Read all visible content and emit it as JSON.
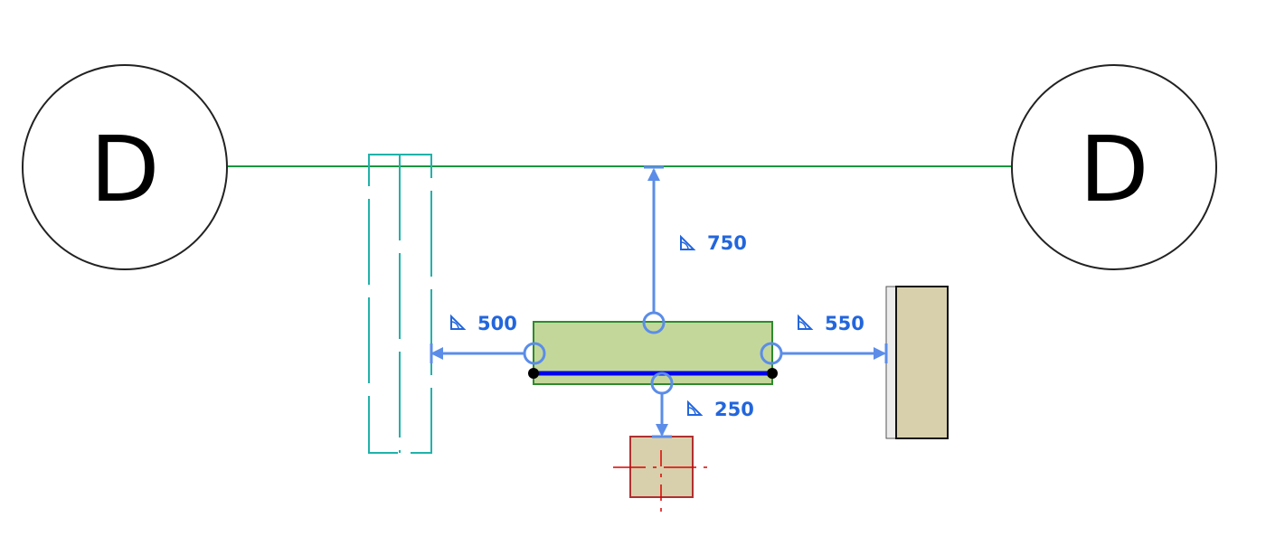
{
  "grid": {
    "left_label": "D",
    "right_label": "D"
  },
  "dimensions": {
    "top": {
      "value": "750",
      "icon": "angle-icon"
    },
    "left": {
      "value": "500",
      "icon": "angle-icon"
    },
    "right": {
      "value": "550",
      "icon": "angle-icon"
    },
    "bottom": {
      "value": "250",
      "icon": "angle-icon"
    }
  },
  "colors": {
    "grid_line": "#1a9641",
    "dimension": "#5b8de8",
    "dimension_text": "#2266dd",
    "element_fill": "#c4d79b",
    "element_stroke": "#2e8b2e",
    "reference_line": "#0000ee",
    "column_fill": "#d8d0ac",
    "column_crosshair": "#dd0000",
    "dashed_column": "#20b2aa"
  }
}
